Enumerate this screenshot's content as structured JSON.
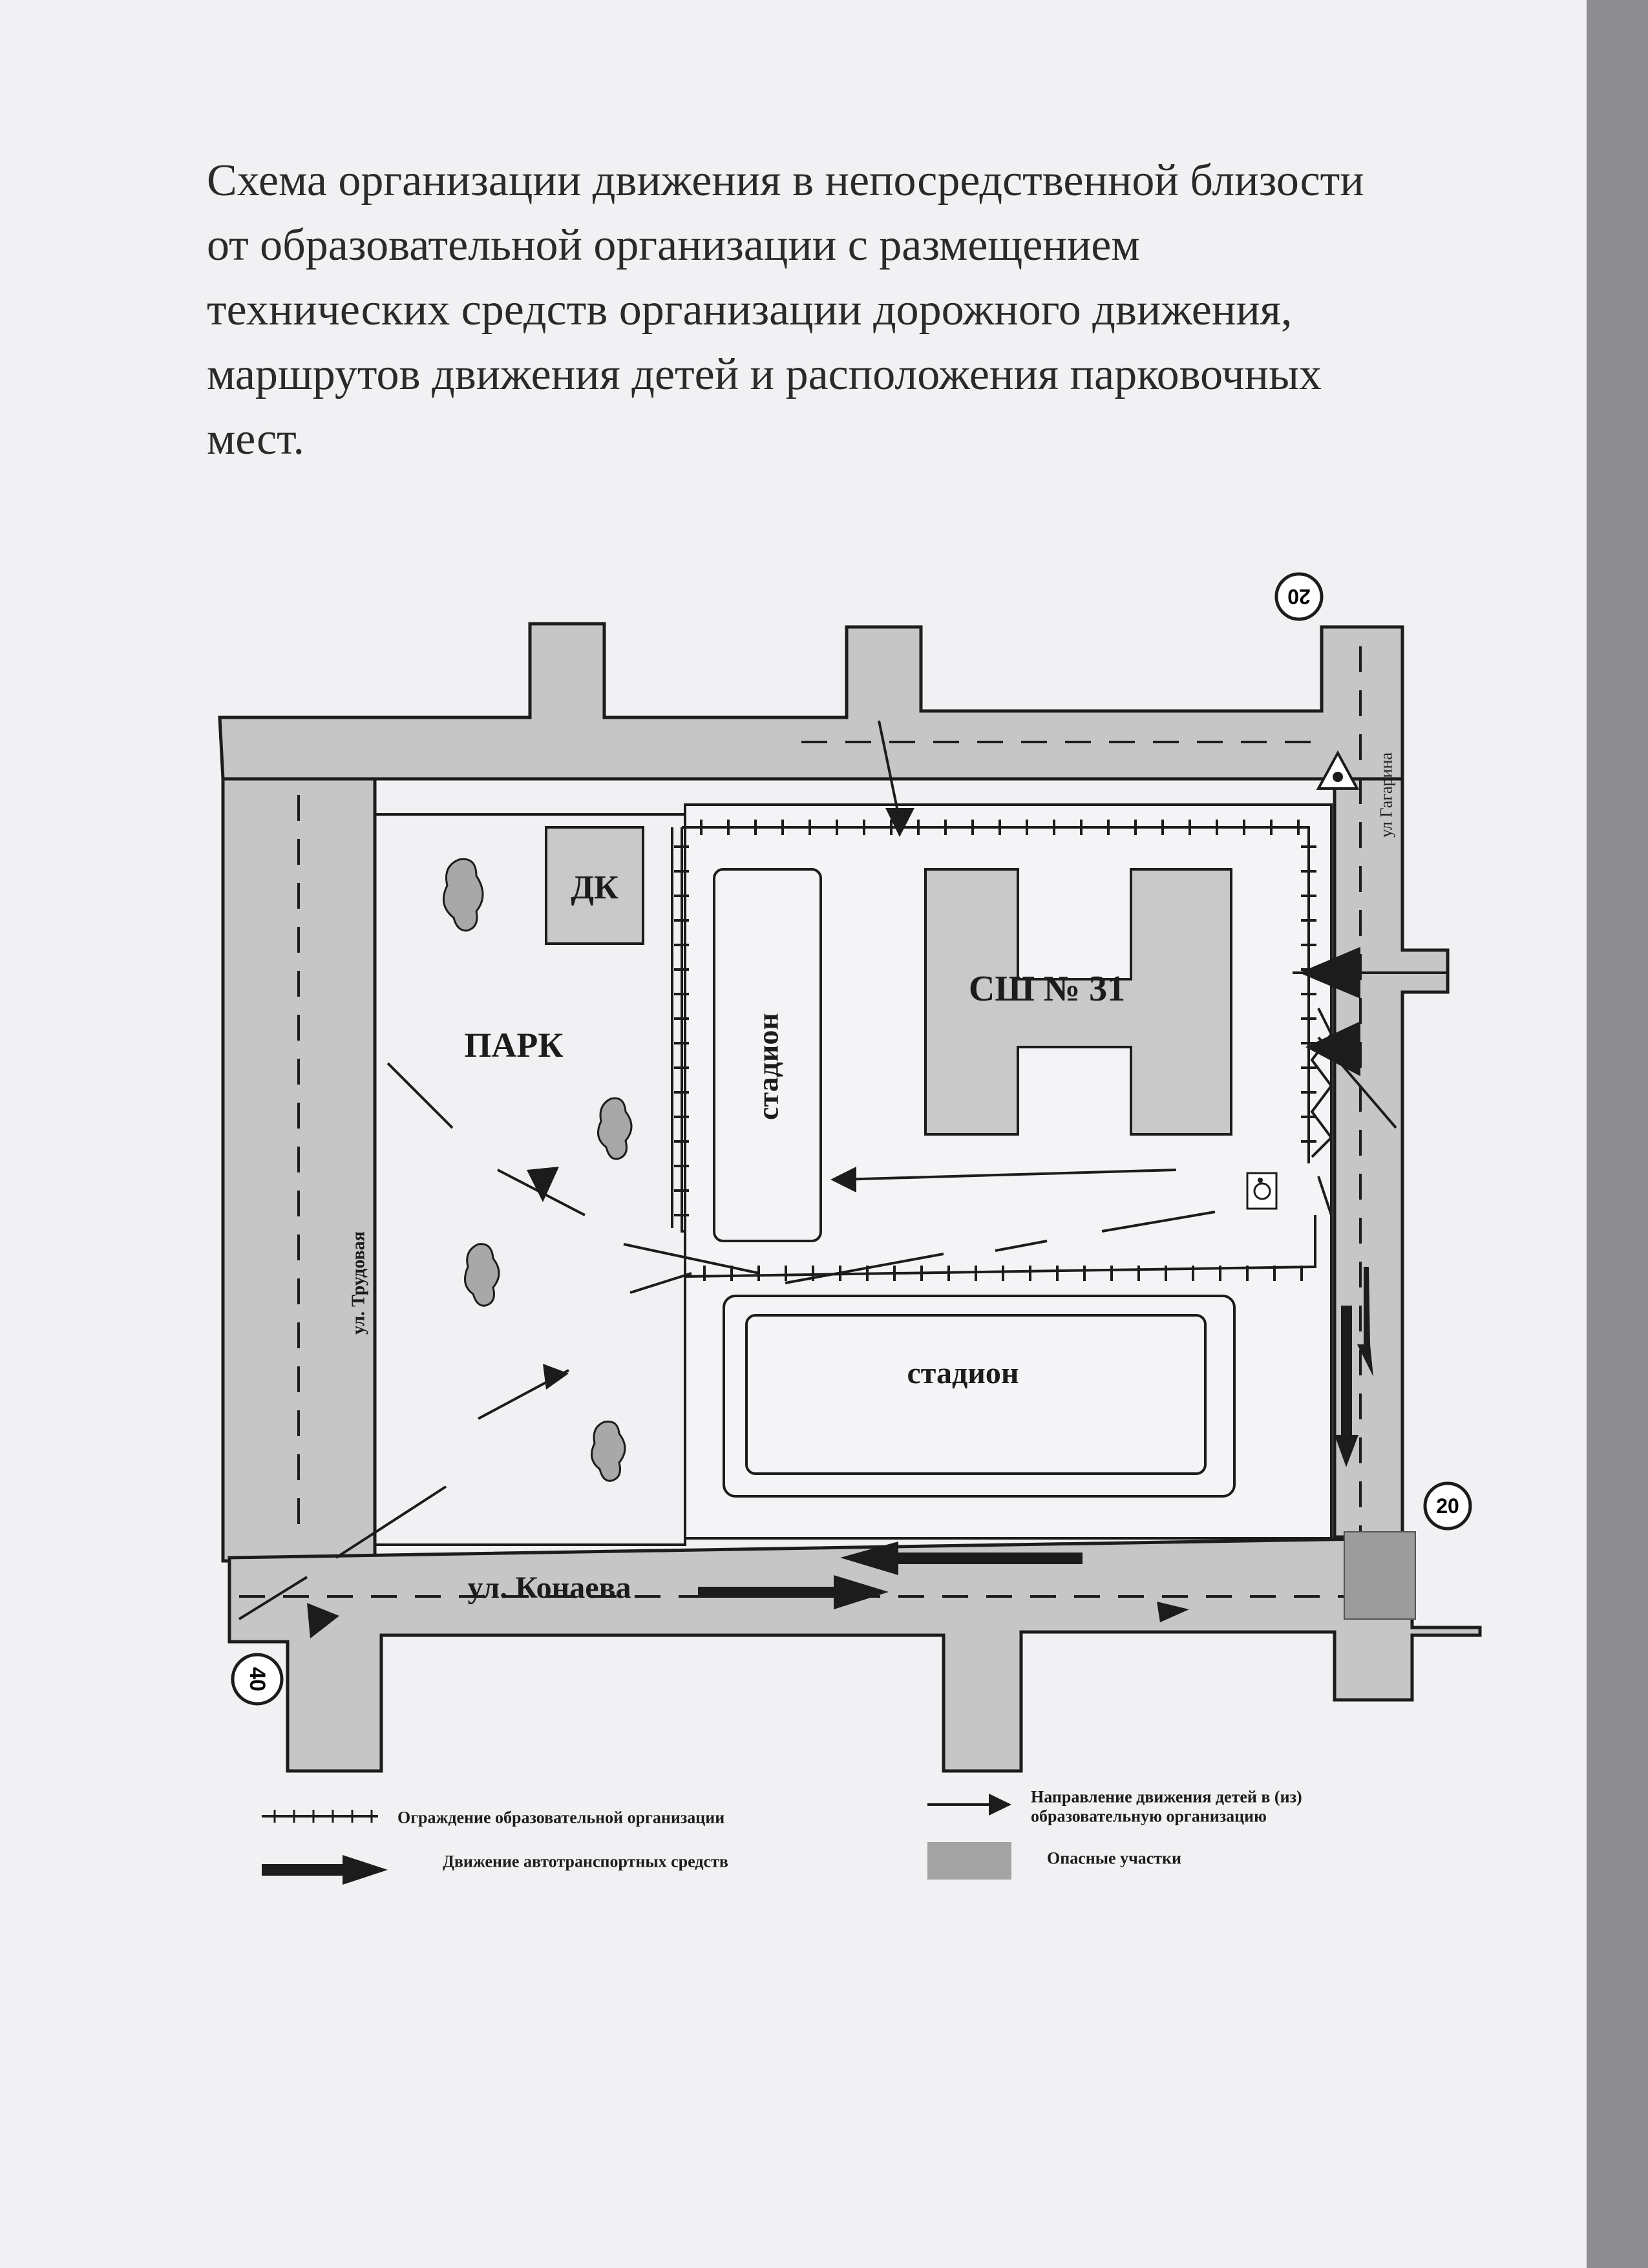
{
  "title_lines": [
    "Схема организации движения в непосредственной близости",
    "от образовательной организации с размещением",
    "технических средств организации дорожного движения,",
    "маршрутов движения детей и расположения парковочных",
    "мест."
  ],
  "map": {
    "labels": {
      "dk": "ДК",
      "park": "ПАРК",
      "school": "СШ № 31",
      "stadium_small": "стадион",
      "stadium_big": "стадион",
      "street_gagarina": "ул Гагарина",
      "street_trudovaya": "ул. Трудовая",
      "street_konaeva": "ул. Конаева"
    },
    "speed_limits": {
      "top_right": "20",
      "right": "20",
      "bottom_left": "40"
    }
  },
  "legend": {
    "fence": "Ограждение образовательной организации",
    "vehicles": "Движение автотранспортных средств",
    "children_line1": "Направление движения детей в (из)",
    "children_line2": "образовательную организацию",
    "danger": "Опасные участки"
  },
  "colors": {
    "road": "#c6c6c6",
    "building": "#c9c9c9",
    "danger": "#9c9c9c",
    "line": "#1c1c1c"
  }
}
